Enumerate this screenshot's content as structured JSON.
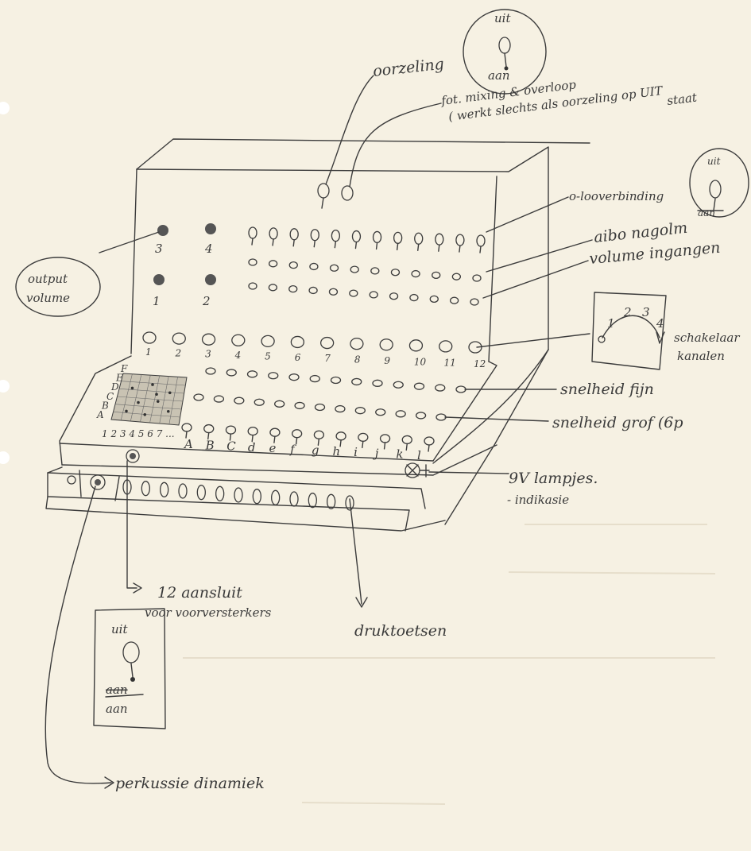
{
  "switch_top": {
    "off": "uit",
    "on": "aan"
  },
  "switch_right": {
    "off": "uit",
    "on": "aan"
  },
  "switch_bottom": {
    "off": "uit",
    "on": "aan",
    "struck": "aan"
  },
  "labels": {
    "oorzeling": "oorzeling",
    "mixing_line1": "fot. mixing & overloop",
    "mixing_line2": "( werkt slechts als oorzeling op UIT",
    "mixing_line3": "staat",
    "loopverbinding": "o-looverbinding",
    "aibo_nagalm": "aibo nagolm",
    "volume_ingang": "volume ingangen",
    "output_line1": "output",
    "output_line2": "volume",
    "schakelaar_line1": "schakelaar",
    "schakelaar_line2": "kanalen",
    "snelheid_fijn": "snelheid fijn",
    "snelheid_grof": "snelheid grof (6p",
    "lampjes_line1": "9V lampjes.",
    "lampjes_line2": "- indikasie",
    "aansluit_line1": "12 aansluit",
    "aansluit_line2": "voor voorversterkers",
    "druktoetsen": "druktoetsen",
    "perkussie": "perkussie dinamiek"
  },
  "output_numbers": [
    "3",
    "4",
    "1",
    "2"
  ],
  "channel_numbers": [
    "1",
    "2",
    "3",
    "4",
    "5",
    "6",
    "7",
    "8",
    "9",
    "10",
    "11",
    "12"
  ],
  "channel_letters": [
    "A",
    "B",
    "C",
    "d",
    "e",
    "f",
    "g",
    "h",
    "i",
    "j",
    "k",
    "l"
  ],
  "grid_row_labels": [
    "F",
    "E",
    "D",
    "C",
    "B",
    "A"
  ],
  "grid_col_labels": "1 2 3 4 5 6 7 ...",
  "selector_positions": [
    "1",
    "2",
    "3",
    "4"
  ]
}
